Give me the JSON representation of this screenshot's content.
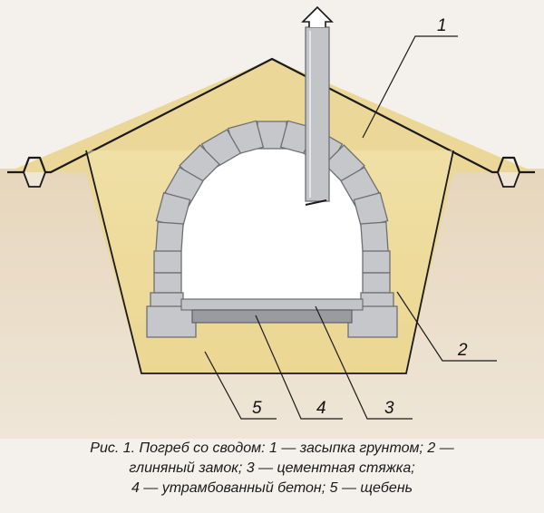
{
  "labels": {
    "l1": "1",
    "l2": "2",
    "l3": "3",
    "l4": "4",
    "l5": "5"
  },
  "caption": {
    "line1": "Рис. 1. Погреб со сводом: 1 — засыпка грунтом; 2 —",
    "line2": "глиняный замок; 3 — цементная стяжка;",
    "line3": "4 — утрамбованный бетон; 5 — щебень"
  },
  "colors": {
    "soil": "#ebd898",
    "clay": "#f3e2a5",
    "ground": "#e3d2b8",
    "stone": "#c6c7cb",
    "stone_edge": "#6e6f74",
    "screed": "#c3c4c8",
    "concrete": "#9a9ba0",
    "outline": "#1a1a1a"
  }
}
